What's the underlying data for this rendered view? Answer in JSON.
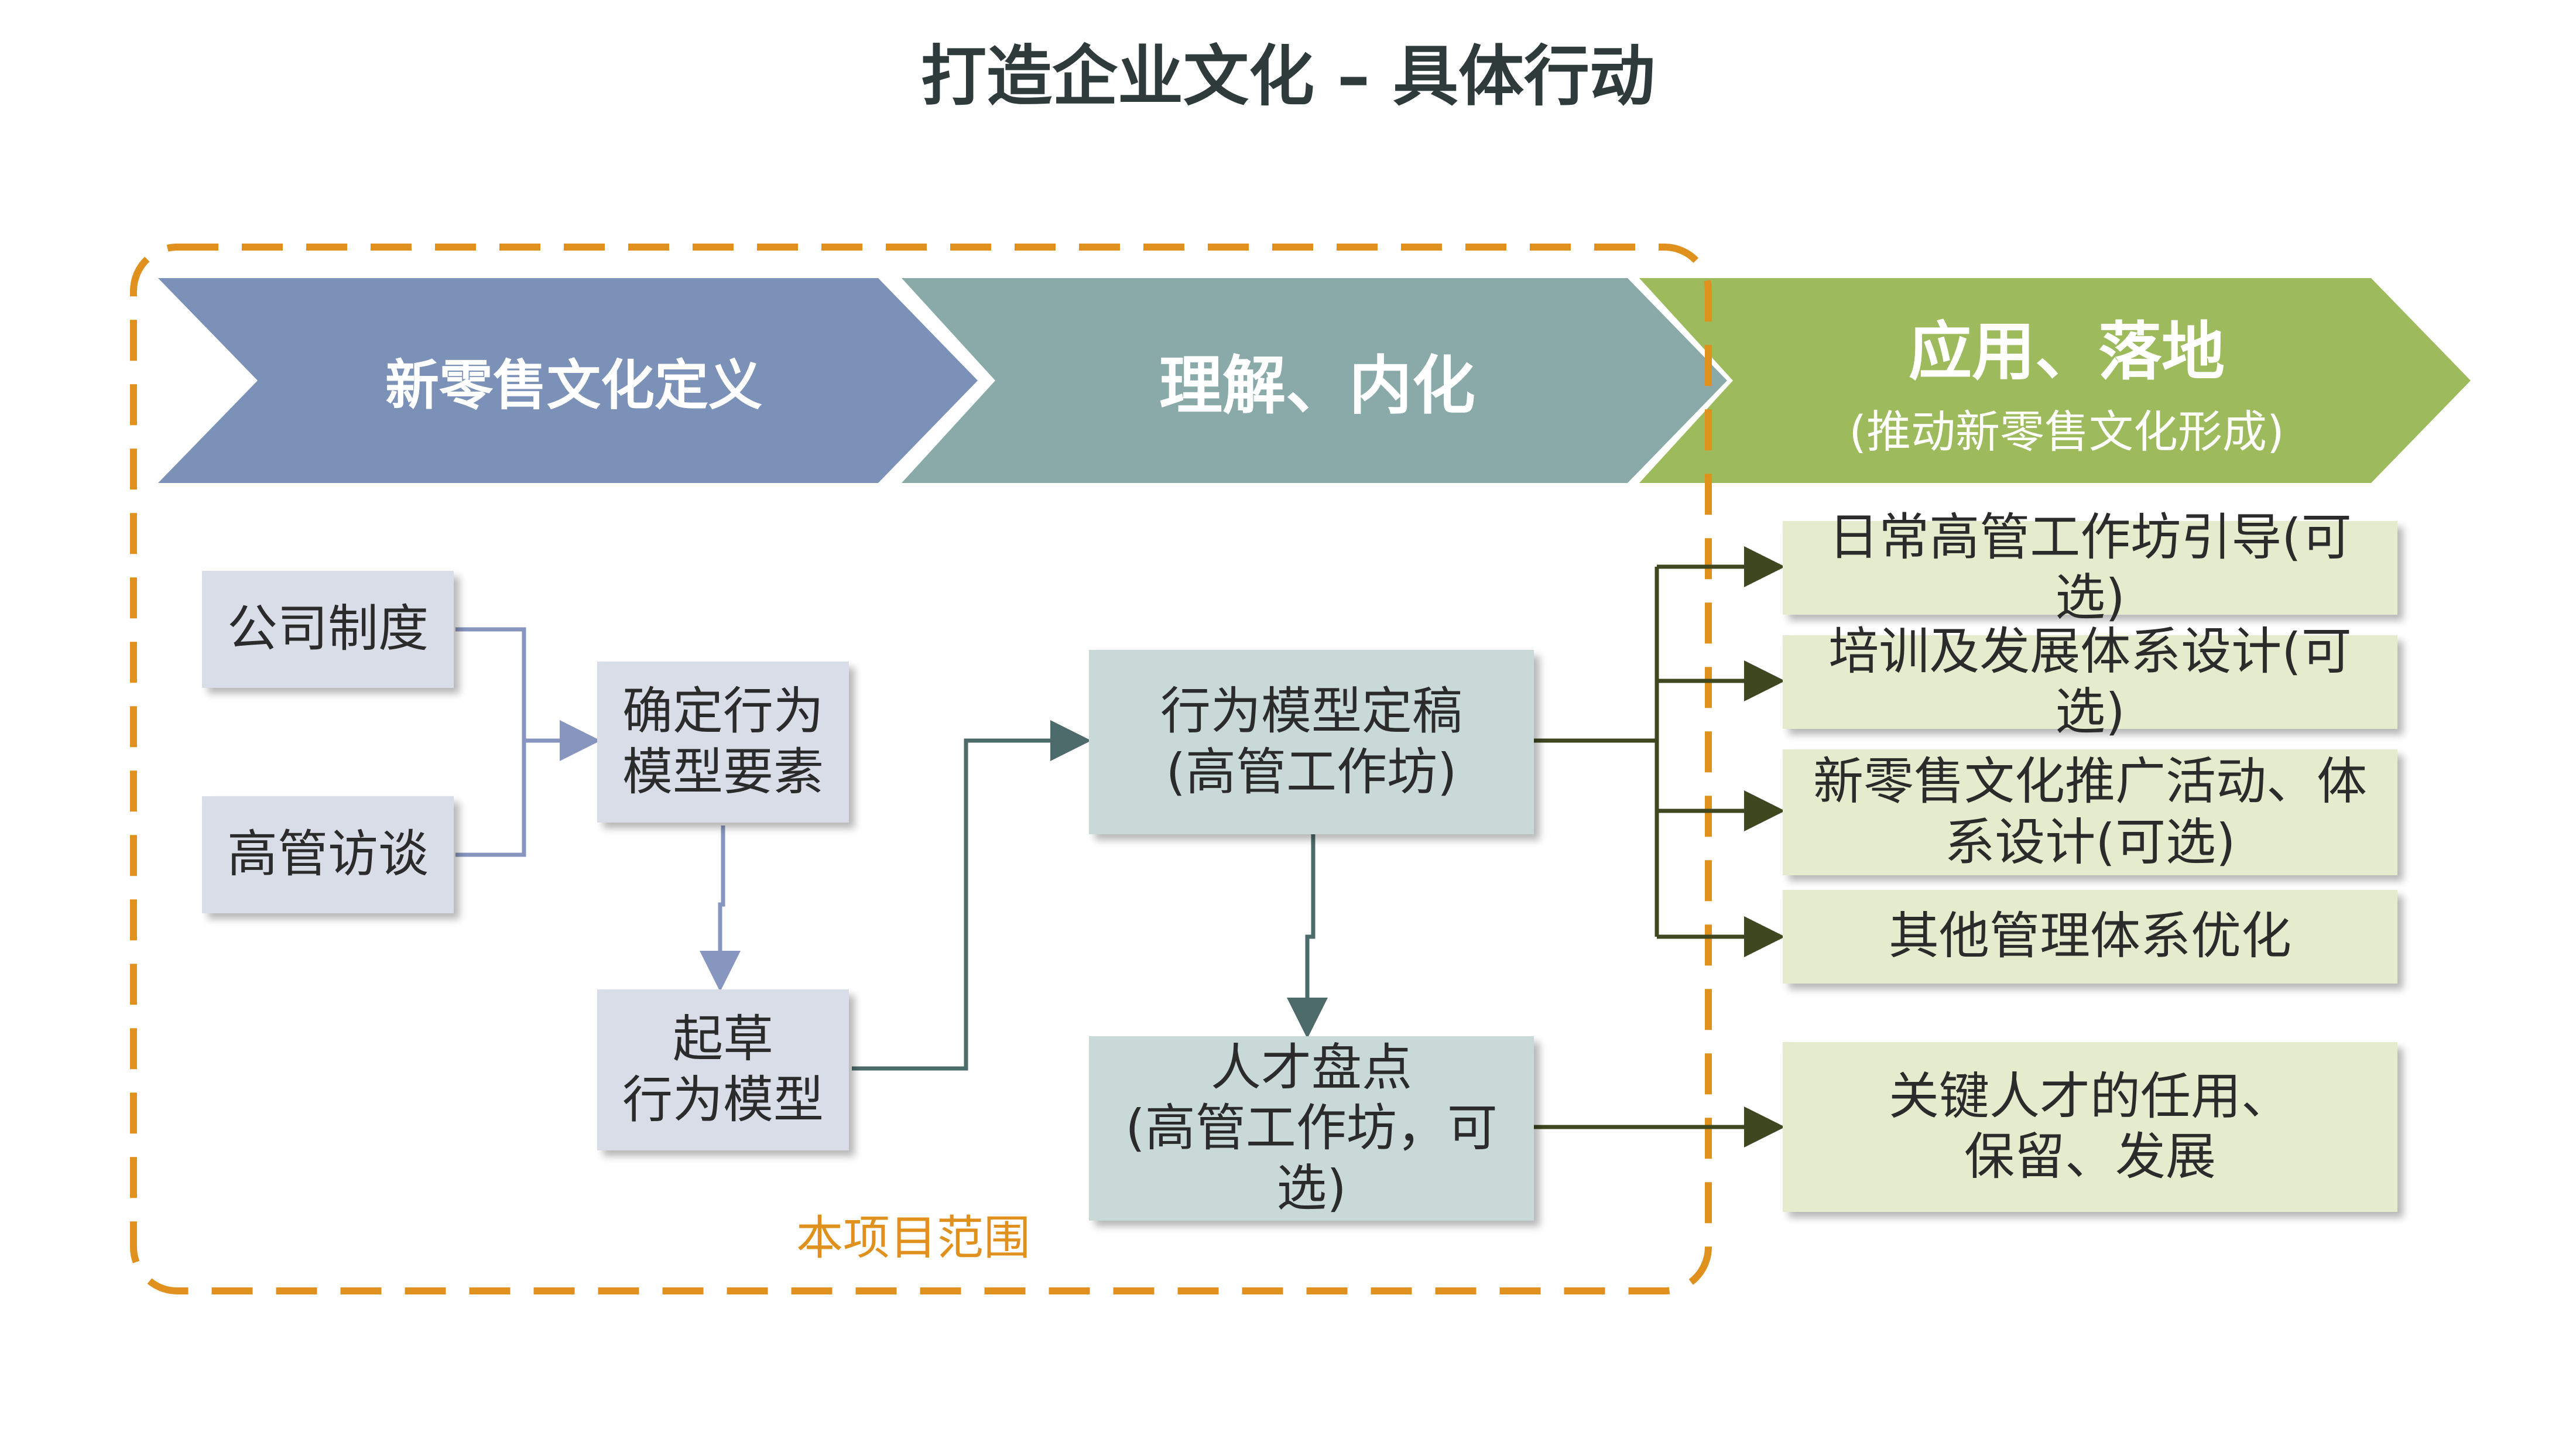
{
  "title": "打造企业文化 – 具体行动",
  "colors": {
    "phase1": "#7b91b7",
    "phase2": "#89aaa9",
    "phase3": "#9dbb5c",
    "scope_border": "#e0901c",
    "connector_blue": "#8796bf",
    "connector_teal": "#4e6b6b",
    "connector_green": "#3e4720"
  },
  "phases": [
    {
      "title": "新零售文化定义",
      "subtitle": ""
    },
    {
      "title": "理解、内化",
      "subtitle": ""
    },
    {
      "title": "应用、落地",
      "subtitle": "(推动新零售文化形成)"
    }
  ],
  "scope_label": "本项目范围",
  "boxes": {
    "company_policy": "公司制度",
    "exec_interview": "高管访谈",
    "define_elements": [
      "确定行为",
      "模型要素"
    ],
    "draft_model": [
      "起草",
      "行为模型"
    ],
    "finalize_model": [
      "行为模型定稿",
      "(高管工作坊)"
    ],
    "talent_review": [
      "人才盘点",
      "(高管工作坊，可",
      "选)"
    ]
  },
  "outcomes": {
    "daily_workshop": "日常高管工作坊引导(可选)",
    "training_system": "培训及发展体系设计(可选)",
    "culture_promotion": [
      "新零售文化推广活动、体",
      "系设计(可选)"
    ],
    "other_systems": "其他管理体系优化",
    "key_talent": [
      "关键人才的任用、",
      "保留、发展"
    ]
  }
}
